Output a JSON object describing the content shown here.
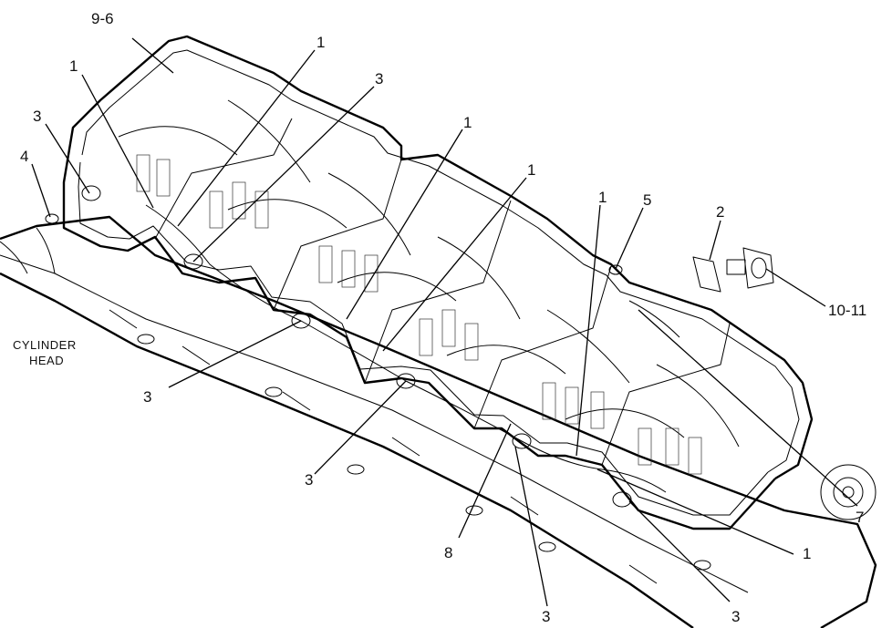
{
  "diagram": {
    "labels": {
      "gasket_ref": "9-6",
      "connector_top_left": "1",
      "connector_top_mid": "1",
      "connector_mid": "1",
      "connector_mid2": "1",
      "connector_right": "1",
      "connector_bottom_right": "1",
      "bolt_top_left": "3",
      "bolt_top_mid": "3",
      "bolt_mid_left": "3",
      "bolt_mid": "3",
      "bolt_bottom": "3",
      "bolt_bottom_right": "3",
      "stud": "4",
      "bolt_rear": "5",
      "seal": "2",
      "sensor_ref": "10-11",
      "harness": "7",
      "clip": "8",
      "cylinder_head_line1": "CYLINDER",
      "cylinder_head_line2": "HEAD"
    }
  }
}
